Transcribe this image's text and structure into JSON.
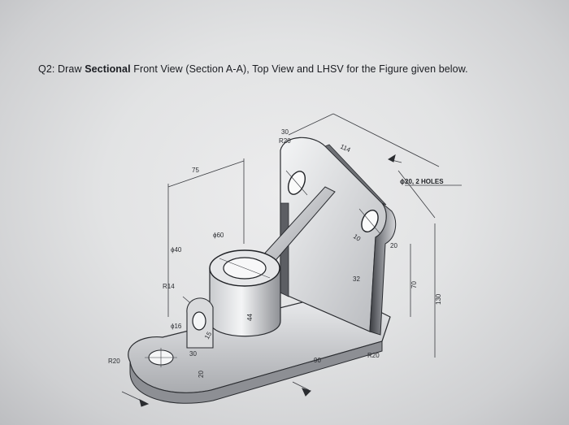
{
  "question": {
    "number": "Q2:",
    "text_a": "Draw",
    "text_bold": "Sectional",
    "text_b": "Front View (Section A-A), Top View and LHSV for the Figure given below."
  },
  "drawing": {
    "dimensions": {
      "r30": "30",
      "r20_top": "R20",
      "d114": "114",
      "d75": "75",
      "hole_note": "ϕ20, 2 HOLES",
      "d60": "ϕ60",
      "d40": "ϕ40",
      "r14": "R14",
      "d16": "ϕ16",
      "d30_boss": "30",
      "d20_right": "20",
      "d32": "32",
      "d10": "10",
      "d70": "70",
      "d130": "130",
      "d44": "44",
      "r20_left": "R20",
      "r20_bottom": "R20",
      "d90": "90",
      "d20_boss": "20",
      "d15": "15"
    }
  }
}
